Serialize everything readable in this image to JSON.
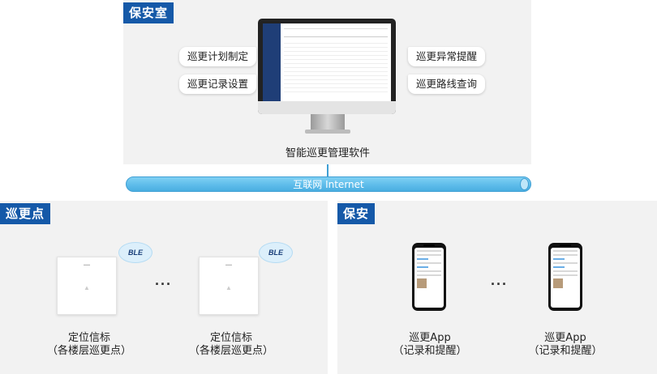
{
  "top_panel": {
    "tag": "保安室",
    "left_features": [
      "巡更计划制定",
      "巡更记录设置"
    ],
    "right_features": [
      "巡更异常提醒",
      "巡更路线查询"
    ],
    "software_caption": "智能巡更管理软件"
  },
  "network": {
    "label": "互联网 Internet"
  },
  "patrol_points": {
    "tag": "巡更点",
    "bubble": "BLE",
    "caption_line1": "定位信标",
    "caption_line2": "（各楼层巡更点）",
    "dots": "···"
  },
  "guard": {
    "tag": "保安",
    "caption_line1": "巡更App",
    "caption_line2": "（记录和提醒）",
    "dots": "···"
  },
  "colors": {
    "tag_bg": "#1559a8",
    "panel_bg": "#f2f2f2",
    "pipe": "#5cbbea"
  }
}
